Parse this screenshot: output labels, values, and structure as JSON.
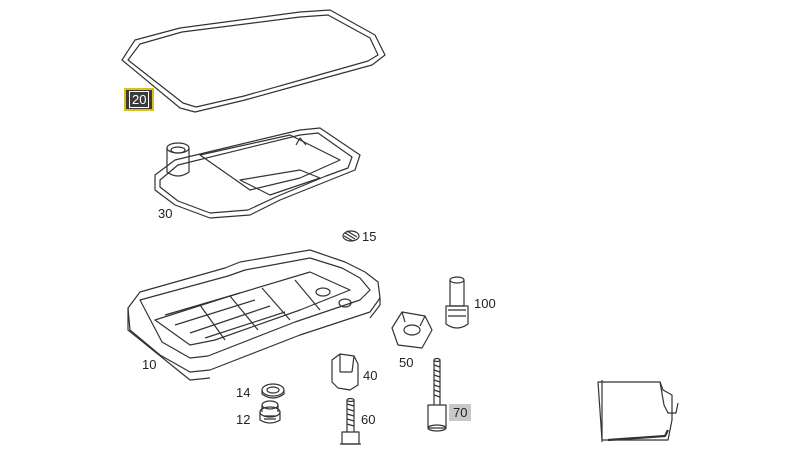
{
  "parts": {
    "gasket": {
      "ref": "20",
      "highlight": "selected"
    },
    "filter": {
      "ref": "30"
    },
    "clip": {
      "ref": "15"
    },
    "oil_pan": {
      "ref": "10"
    },
    "seal_ring": {
      "ref": "14"
    },
    "drain_plug": {
      "ref": "12"
    },
    "sleeve": {
      "ref": "100"
    },
    "bracket": {
      "ref": "50"
    },
    "clamp": {
      "ref": "40"
    },
    "bolt": {
      "ref": "60"
    },
    "stud_bolt": {
      "ref": "70",
      "highlight": "grey"
    }
  },
  "colors": {
    "line": "#333333",
    "selected_border": "#d8c21a",
    "selected_fill": "#3a3a3a",
    "grey_fill": "#c8c8c8"
  }
}
